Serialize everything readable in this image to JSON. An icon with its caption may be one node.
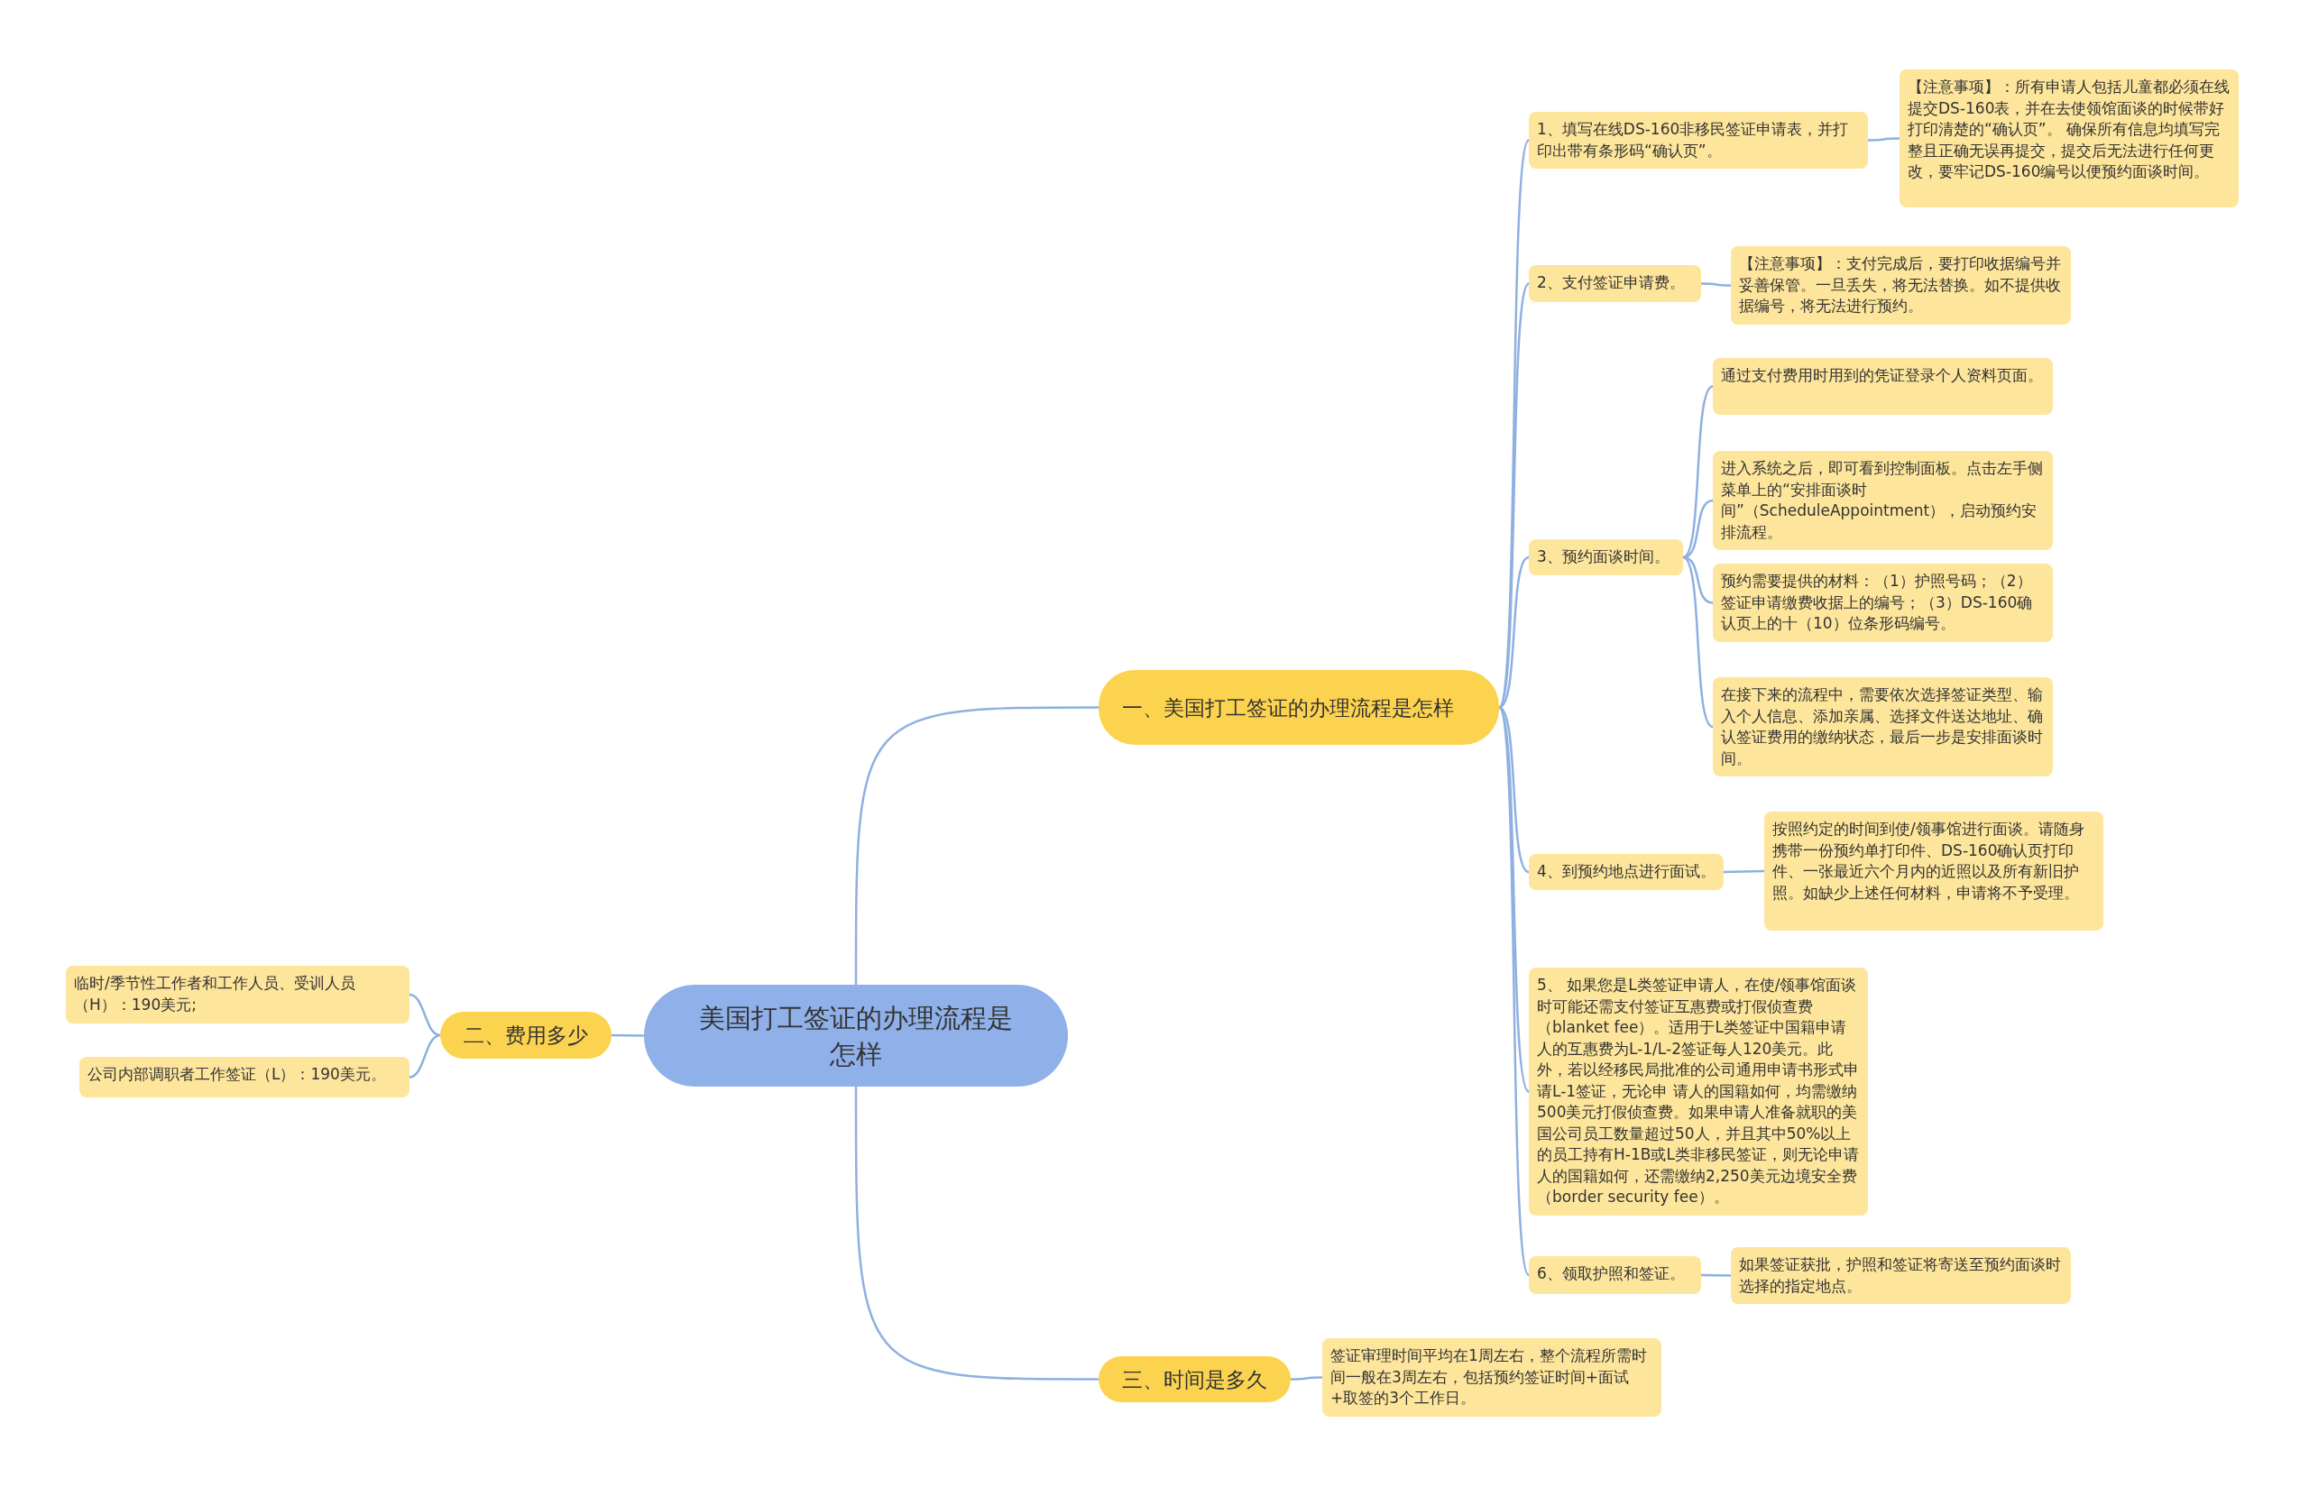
{
  "diagram": {
    "nodes": [
      {
        "text": [
          "美国打工签证的办理流程是怎样"
        ]
      },
      {
        "text": [
          "一、美国打工签证的办理流程是怎样"
        ]
      },
      {
        "text": [
          "1、填写在线DS-160非移民签证申请表，并打印出带有条形码“确认页”。"
        ]
      },
      {
        "text": [
          "【注意事项】：所有申请人包括儿童都必须在线提交DS-160表，并在去使领馆面谈的时候带好打印清楚的“确认页”。 确保所有信息均填写完整且正确无误再提交，提交后无法进行任何更改，要牢记DS-160编号以便预约面谈时间。"
        ]
      },
      {
        "text": [
          "2、支付签证申请费。"
        ]
      },
      {
        "text": [
          "【注意事项】：支付完成后，要打印收据编号并妥善保管。一旦丢失，将无法替换。如不提供收据编号，将无法进行预约。"
        ]
      },
      {
        "text": [
          "3、预约面谈时间。"
        ]
      },
      {
        "text": [
          "通过支付费用时用到的凭证登录个人资料页面。"
        ]
      },
      {
        "text": [
          "进入系统之后，即可看到控制面板。点击左手侧菜单上的“安排面谈时间”（ScheduleAppointment），启动预约安排流程。"
        ]
      },
      {
        "text": [
          "预约需要提供的材料：（1）护照号码；（2）签证申请缴费收据上的编号；（3）DS-160确认页上的十（10）位条形码编号。"
        ]
      },
      {
        "text": [
          "在接下来的流程中，需要依次选择签证类型、输入个人信息、添加亲属、选择文件送达地址、确认签证费用的缴纳状态，最后一步是安排面谈时间。"
        ]
      },
      {
        "text": [
          "4、到预约地点进行面试。"
        ]
      },
      {
        "text": [
          "按照约定的时间到使/领事馆进行面谈。请随身携带一份预约单打印件、DS-160确认页打印件、一张最近六个月内的近照以及所有新旧护照。如缺少上述任何材料，申请将不予受理。"
        ]
      },
      {
        "text": [
          "5、 如果您是L类签证申请人，在使/领事馆面谈时可能还需支付签证互惠费或打假侦查费（blanket fee）。适用于L类签证中国籍申请人的互惠费为L-1/L-2签证每人120美元。此外，若以经移民局批准的公司通用申请书形式申请L-1签证，无论申 请人的国籍如何，均需缴纳500美元打假侦查费。如果申请人准备就职的美国公司员工数量超过50人，并且其中50%以上的员工持有H-1B或L类非移民签证，则无论申请人的国籍如何，还需缴纳2,250美元边境安全费（border security fee）。"
        ]
      },
      {
        "text": [
          "6、领取护照和签证。"
        ]
      },
      {
        "text": [
          "如果签证获批，护照和签证将寄送至预约面谈时选择的指定地点。"
        ]
      },
      {
        "text": [
          "二、费用多少"
        ]
      },
      {
        "text": [
          "临时/季节性工作者和工作人员、受训人员（H）：190美元;"
        ]
      },
      {
        "text": [
          "公司内部调职者工作签证（L）：190美元。"
        ]
      },
      {
        "text": [
          "三、时间是多久"
        ]
      },
      {
        "text": [
          "签证审理时间平均在1周左右，整个流程所需时间一般在3周左右，包括预约签证时间+面试+取签的3个工作日。"
        ]
      }
    ],
    "edges": [
      {
        "from": 0,
        "to": 1,
        "arrow": "none"
      },
      {
        "from": 1,
        "to": 2,
        "arrow": "none"
      },
      {
        "from": 2,
        "to": 3,
        "arrow": "none"
      },
      {
        "from": 1,
        "to": 4,
        "arrow": "none"
      },
      {
        "from": 4,
        "to": 5,
        "arrow": "none"
      },
      {
        "from": 1,
        "to": 6,
        "arrow": "none"
      },
      {
        "from": 6,
        "to": 7,
        "arrow": "none"
      },
      {
        "from": 6,
        "to": 8,
        "arrow": "none"
      },
      {
        "from": 6,
        "to": 9,
        "arrow": "none"
      },
      {
        "from": 6,
        "to": 10,
        "arrow": "none"
      },
      {
        "from": 1,
        "to": 11,
        "arrow": "none"
      },
      {
        "from": 11,
        "to": 12,
        "arrow": "none"
      },
      {
        "from": 1,
        "to": 13,
        "arrow": "none"
      },
      {
        "from": 1,
        "to": 14,
        "arrow": "none"
      },
      {
        "from": 14,
        "to": 15,
        "arrow": "none"
      },
      {
        "from": 0,
        "to": 16,
        "arrow": "none"
      },
      {
        "from": 16,
        "to": 17,
        "arrow": "none"
      },
      {
        "from": 16,
        "to": 18,
        "arrow": "none"
      },
      {
        "from": 0,
        "to": 19,
        "arrow": "none"
      },
      {
        "from": 19,
        "to": 20,
        "arrow": "none"
      }
    ]
  }
}
